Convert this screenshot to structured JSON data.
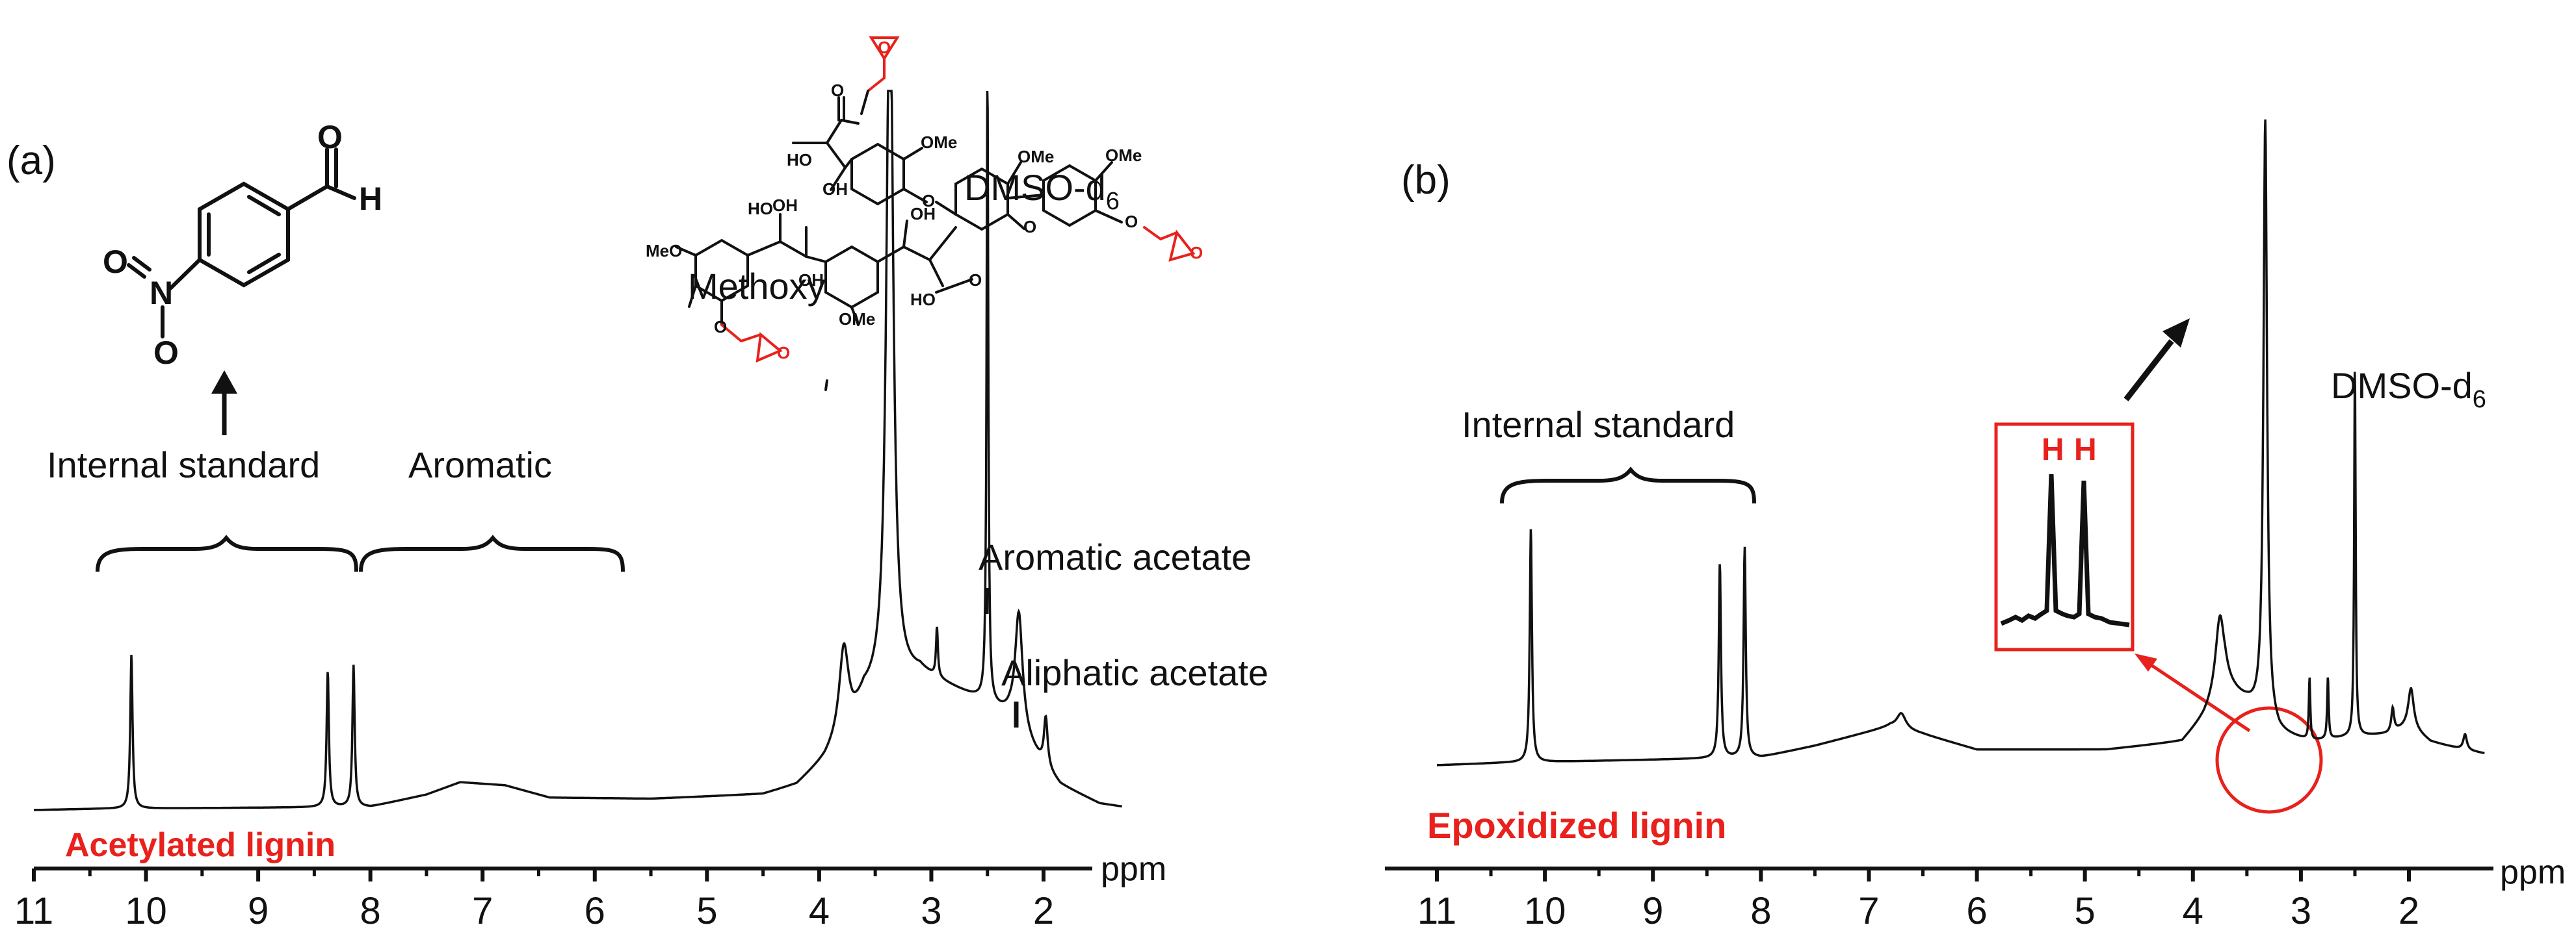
{
  "chart_data": [
    {
      "type": "line",
      "panel_label": "(a)",
      "xlabel": "ppm",
      "xlim": [
        11.0,
        1.3
      ],
      "x_reversed": true,
      "xticks": [
        "11",
        "10",
        "9",
        "8",
        "7",
        "6",
        "5",
        "4",
        "3",
        "2"
      ],
      "sample_label": "Acetylated lignin",
      "annotations": {
        "internal_standard": "Internal standard",
        "aromatic": "Aromatic",
        "methoxy": "Methoxy",
        "dmso": "DMSO-d",
        "dmso_sub": "6",
        "aromatic_acetate": "Aromatic acetate",
        "aliphatic_acetate": "Aliphatic acetate"
      },
      "molecule_atoms": [
        "O",
        "H",
        "O",
        "N",
        "O"
      ],
      "baseline_points": [
        [
          11.0,
          0
        ],
        [
          10.4,
          0.2
        ],
        [
          8.0,
          0.5
        ],
        [
          7.5,
          2.5
        ],
        [
          7.2,
          4.5
        ],
        [
          6.8,
          4.0
        ],
        [
          6.4,
          2.0
        ],
        [
          5.5,
          1.8
        ],
        [
          4.5,
          2.5
        ],
        [
          4.2,
          4.0
        ],
        [
          3.95,
          8.0
        ],
        [
          3.7,
          14.0
        ],
        [
          3.6,
          18.0
        ],
        [
          3.1,
          22.0
        ],
        [
          2.85,
          20.0
        ],
        [
          2.6,
          18.0
        ],
        [
          2.3,
          15.0
        ],
        [
          2.0,
          7.0
        ],
        [
          1.85,
          4.0
        ],
        [
          1.5,
          1.0
        ],
        [
          1.3,
          0.5
        ]
      ],
      "peaks": [
        {
          "x": 10.13,
          "y": 25.0,
          "w": 0.012
        },
        {
          "x": 8.38,
          "y": 22.0,
          "w": 0.012
        },
        {
          "x": 8.15,
          "y": 23.0,
          "w": 0.012
        },
        {
          "x": 3.78,
          "y": 14.0,
          "w": 0.05
        },
        {
          "x": 3.37,
          "y": 120.0,
          "w": 0.035
        },
        {
          "x": 2.95,
          "y": 8.0,
          "w": 0.01
        },
        {
          "x": 2.5,
          "y": 103.0,
          "w": 0.009
        },
        {
          "x": 2.22,
          "y": 19.0,
          "w": 0.04
        },
        {
          "x": 1.98,
          "y": 8.0,
          "w": 0.02
        }
      ]
    },
    {
      "type": "line",
      "panel_label": "(b)",
      "xlabel": "ppm",
      "xlim": [
        11.0,
        1.3
      ],
      "x_reversed": true,
      "xticks": [
        "11",
        "10",
        "9",
        "8",
        "7",
        "6",
        "5",
        "4",
        "3",
        "2"
      ],
      "sample_label": "Epoxidized lignin",
      "annotations": {
        "internal_standard": "Internal standard",
        "dmso": "DMSO-d",
        "dmso_sub": "6",
        "inset_h1": "H",
        "inset_h2": "H"
      },
      "molecule_atoms": [
        "O",
        "O",
        "OMe",
        "OMe",
        "OMe",
        "OMe",
        "MeO",
        "O",
        "O",
        "O",
        "O",
        "O",
        "OH",
        "OH",
        "OH",
        "OH",
        "HO",
        "HO",
        "HO",
        "O",
        "O"
      ],
      "baseline_points": [
        [
          11.0,
          0
        ],
        [
          10.4,
          0.3
        ],
        [
          8.0,
          1.0
        ],
        [
          7.5,
          2.5
        ],
        [
          6.8,
          5.0
        ],
        [
          6.5,
          4.0
        ],
        [
          6.0,
          2.0
        ],
        [
          4.8,
          2.0
        ],
        [
          4.1,
          3.0
        ],
        [
          3.9,
          6.0
        ],
        [
          3.7,
          10.0
        ],
        [
          3.5,
          8.0
        ],
        [
          3.2,
          4.0
        ],
        [
          2.9,
          3.0
        ],
        [
          2.6,
          3.5
        ],
        [
          2.2,
          4.0
        ],
        [
          2.0,
          5.0
        ],
        [
          1.8,
          3.0
        ],
        [
          1.5,
          2.0
        ],
        [
          1.3,
          1.5
        ]
      ],
      "peaks": [
        {
          "x": 10.13,
          "y": 30.0,
          "w": 0.012
        },
        {
          "x": 8.38,
          "y": 25.0,
          "w": 0.012
        },
        {
          "x": 8.15,
          "y": 27.0,
          "w": 0.012
        },
        {
          "x": 6.7,
          "y": 2.0,
          "w": 0.05
        },
        {
          "x": 3.75,
          "y": 10.0,
          "w": 0.05
        },
        {
          "x": 3.33,
          "y": 77.0,
          "w": 0.02
        },
        {
          "x": 2.92,
          "y": 8.0,
          "w": 0.008
        },
        {
          "x": 2.75,
          "y": 8.0,
          "w": 0.008
        },
        {
          "x": 2.5,
          "y": 48.0,
          "w": 0.008
        },
        {
          "x": 2.15,
          "y": 3.0,
          "w": 0.015
        },
        {
          "x": 1.98,
          "y": 5.0,
          "w": 0.03
        },
        {
          "x": 1.48,
          "y": 2.0,
          "w": 0.02
        }
      ]
    }
  ]
}
